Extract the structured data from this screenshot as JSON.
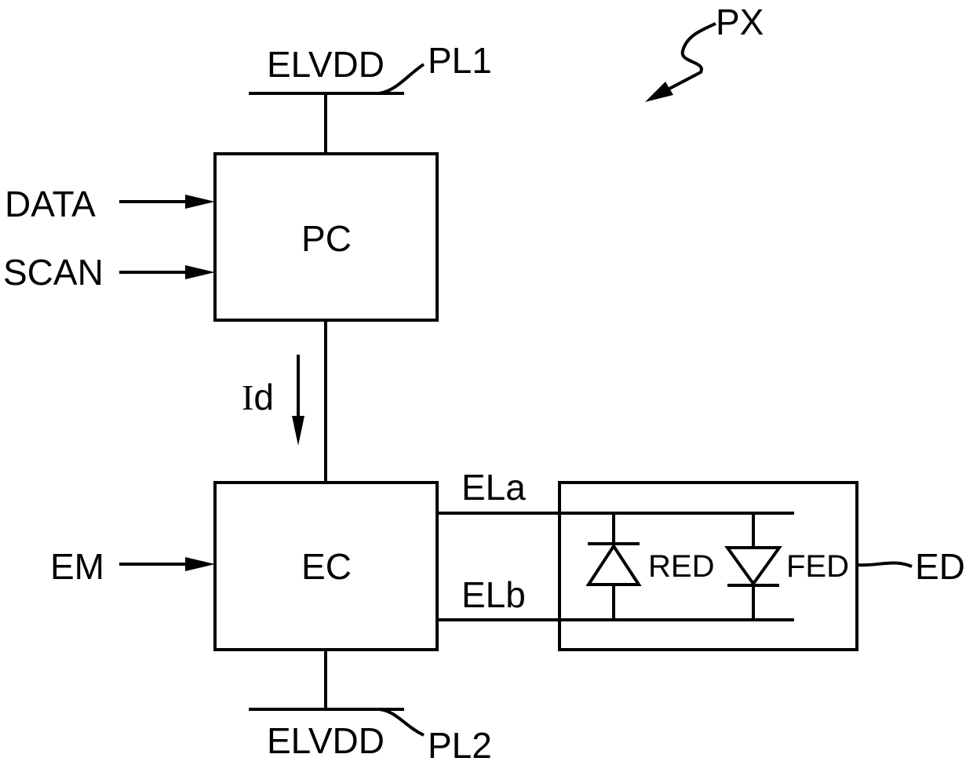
{
  "figure": {
    "pixel_label": "PX",
    "supply_top": {
      "net": "ELVDD",
      "ref": "PL1"
    },
    "supply_bottom": {
      "net": "ELVDD",
      "ref": "PL2"
    },
    "inputs": {
      "data": "DATA",
      "scan": "SCAN",
      "em": "EM"
    },
    "blocks": {
      "pixel_circuit": "PC",
      "emission_circuit": "EC",
      "device_ref": "ED"
    },
    "current": {
      "label_roman": "I",
      "label_sub": "d"
    },
    "lines": {
      "a": "ELa",
      "b": "ELb"
    },
    "diodes": {
      "reverse": "RED",
      "forward": "FED"
    },
    "colors": {
      "ink": "#000000",
      "background": "#ffffff"
    }
  }
}
